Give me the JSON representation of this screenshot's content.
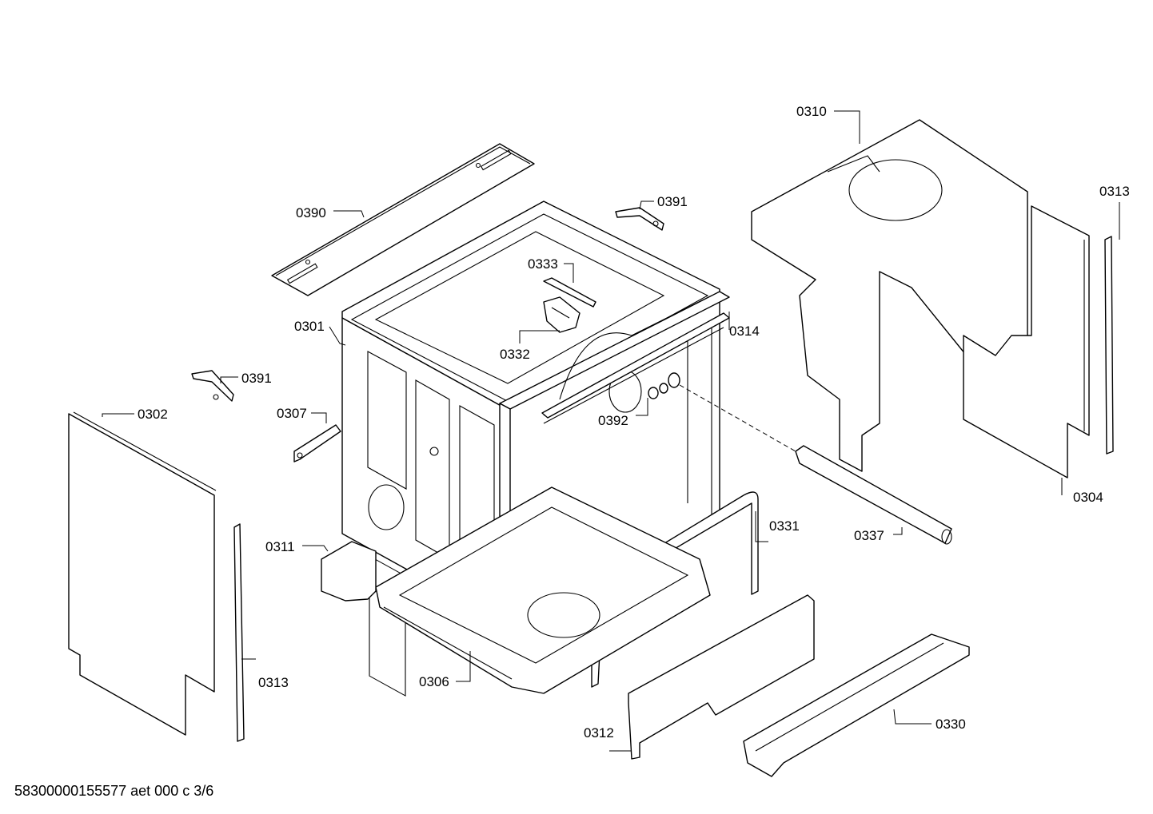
{
  "diagram": {
    "callouts": {
      "c0390": "0390",
      "c0391a": "0391",
      "c0333": "0333",
      "c0332": "0332",
      "c0301": "0301",
      "c0391b": "0391",
      "c0302": "0302",
      "c0307": "0307",
      "c0314": "0314",
      "c0392": "0392",
      "c0310": "0310",
      "c0313a": "0313",
      "c0304": "0304",
      "c0337": "0337",
      "c0331": "0331",
      "c0311": "0311",
      "c0313b": "0313",
      "c0306": "0306",
      "c0312": "0312",
      "c0330": "0330"
    },
    "footer_code": "58300000155577 aet 000 c 3/6"
  }
}
